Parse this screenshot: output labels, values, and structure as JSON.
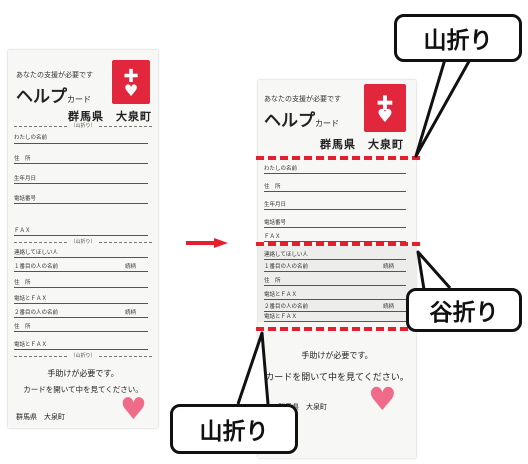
{
  "card": {
    "lead": "あなたの支援が必要です",
    "title": "ヘルプ",
    "title_sub": "カード",
    "prefecture": "群馬県　大泉町",
    "section_mark": "（山折り）",
    "fields_1": [
      "わたしの名前",
      "住　所",
      "生年月日",
      "電話番号",
      "ＦＡＸ"
    ],
    "fields_2": [
      "連絡してほしい人",
      "１番目の人の名前",
      "住　所",
      "電話とＦＡＸ",
      "２番目の人の名前",
      "住　所",
      "電話とＦＡＸ"
    ],
    "relation_label": "続柄",
    "message_1": "手助けが必要です。",
    "message_2": "カードを開いて中を見てください。",
    "footer": "群馬県　大泉町"
  },
  "labels": {
    "mountain_top": "山折り",
    "valley": "谷折り",
    "mountain_bottom": "山折り"
  },
  "colors": {
    "fold_line": "#e51f2e",
    "logo_red": "#e2263b",
    "arrow": "#e51f2e"
  }
}
